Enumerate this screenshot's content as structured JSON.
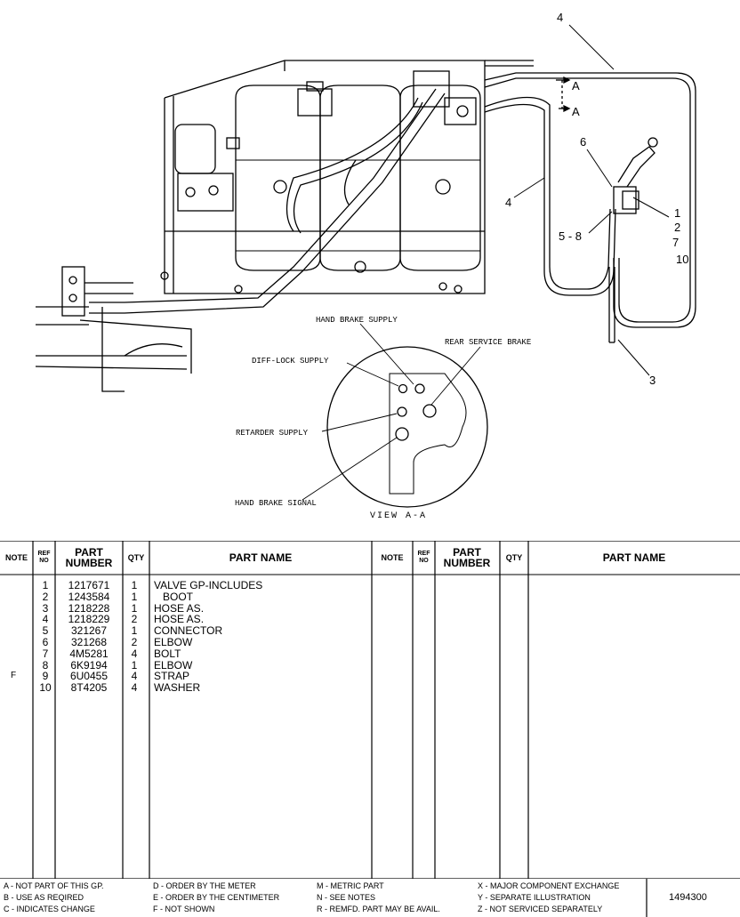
{
  "diagram": {
    "callouts": {
      "c4_top": "4",
      "c4_mid": "4",
      "c6": "6",
      "c1": "1",
      "c2": "2",
      "c7": "7",
      "c10": "10",
      "c58": "5 - 8",
      "c3": "3",
      "cA1": "A",
      "cA2": "A"
    },
    "view": {
      "hand_brake_supply": "HAND BRAKE SUPPLY",
      "rear_service_brake": "REAR SERVICE BRAKE",
      "diff_lock_supply": "DIFF-LOCK SUPPLY",
      "retarder_supply": "RETARDER SUPPLY",
      "hand_brake_signal": "HAND BRAKE SIGNAL",
      "title": "VIEW A-A"
    }
  },
  "table": {
    "headers": {
      "note": "NOTE",
      "ref": "REF NO",
      "part_number": "PART NUMBER",
      "qty": "QTY",
      "part_name": "PART NAME",
      "note2": "NOTE",
      "ref2": "REF NO",
      "part_number2": "PART NUMBER",
      "qty2": "QTY",
      "part_name2": "PART NAME"
    },
    "note_f": "F",
    "rows": [
      {
        "ref": "1",
        "part": "1217671",
        "qty": "1",
        "name": "VALVE GP-INCLUDES"
      },
      {
        "ref": "2",
        "part": "1243584",
        "qty": "1",
        "name": "   BOOT"
      },
      {
        "ref": "3",
        "part": "1218228",
        "qty": "1",
        "name": "HOSE AS."
      },
      {
        "ref": "4",
        "part": "1218229",
        "qty": "2",
        "name": "HOSE AS."
      },
      {
        "ref": "5",
        "part": "321267",
        "qty": "1",
        "name": "CONNECTOR"
      },
      {
        "ref": "6",
        "part": "321268",
        "qty": "2",
        "name": "ELBOW"
      },
      {
        "ref": "7",
        "part": "4M5281",
        "qty": "4",
        "name": "BOLT"
      },
      {
        "ref": "8",
        "part": "6K9194",
        "qty": "1",
        "name": "ELBOW"
      },
      {
        "ref": "9",
        "part": "6U0455",
        "qty": "4",
        "name": "STRAP"
      },
      {
        "ref": "10",
        "part": "8T4205",
        "qty": "4",
        "name": "WASHER"
      }
    ]
  },
  "legend": {
    "col1": [
      "A - NOT PART OF THIS GP.",
      "B - USE AS REQIRED",
      "C - INDICATES CHANGE"
    ],
    "col2": [
      "D - ORDER BY THE METER",
      "E - ORDER BY THE CENTIMETER",
      "F - NOT SHOWN"
    ],
    "col3": [
      "M - METRIC PART",
      "N - SEE NOTES",
      "R - REMFD. PART MAY BE AVAIL."
    ],
    "col4": [
      "X - MAJOR COMPONENT EXCHANGE",
      "Y - SEPARATE ILLUSTRATION",
      "Z - NOT SERVICED SEPARATELY"
    ],
    "doc_number": "1494300"
  }
}
